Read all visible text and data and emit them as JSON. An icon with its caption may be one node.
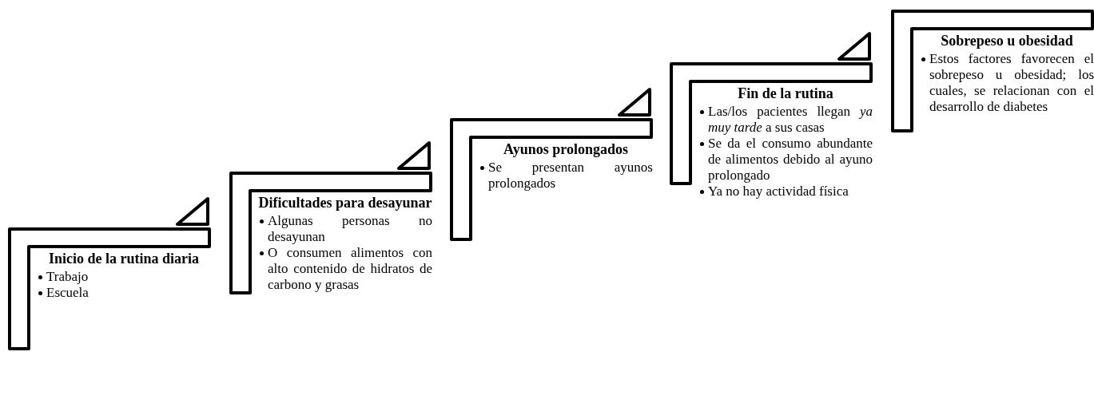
{
  "diagram": {
    "nodes": [
      {
        "text": [
          "Inicio de la rutina diaria",
          "Trabajo",
          "Escuela"
        ]
      },
      {
        "text": [
          "Dificultades para desayunar",
          "Algunas personas no desayunan",
          "O consumen alimentos con alto contenido de hidratos de carbono y grasas"
        ]
      },
      {
        "text": [
          "Ayunos prolongados",
          "Se presentan ayunos prolongados"
        ]
      },
      {
        "text": [
          "Fin de la rutina",
          "Las/los pacientes llegan *ya muy tarde* a sus casas",
          "Se da el consumo abundante de alimentos debido al ayuno prolongado",
          "Ya no hay actividad física"
        ]
      },
      {
        "text": [
          "Sobrepeso u obesidad",
          "Estos factores favorecen el sobrepeso u obesidad; los cuales, se relacionan con el desarrollo de diabetes"
        ]
      }
    ]
  }
}
